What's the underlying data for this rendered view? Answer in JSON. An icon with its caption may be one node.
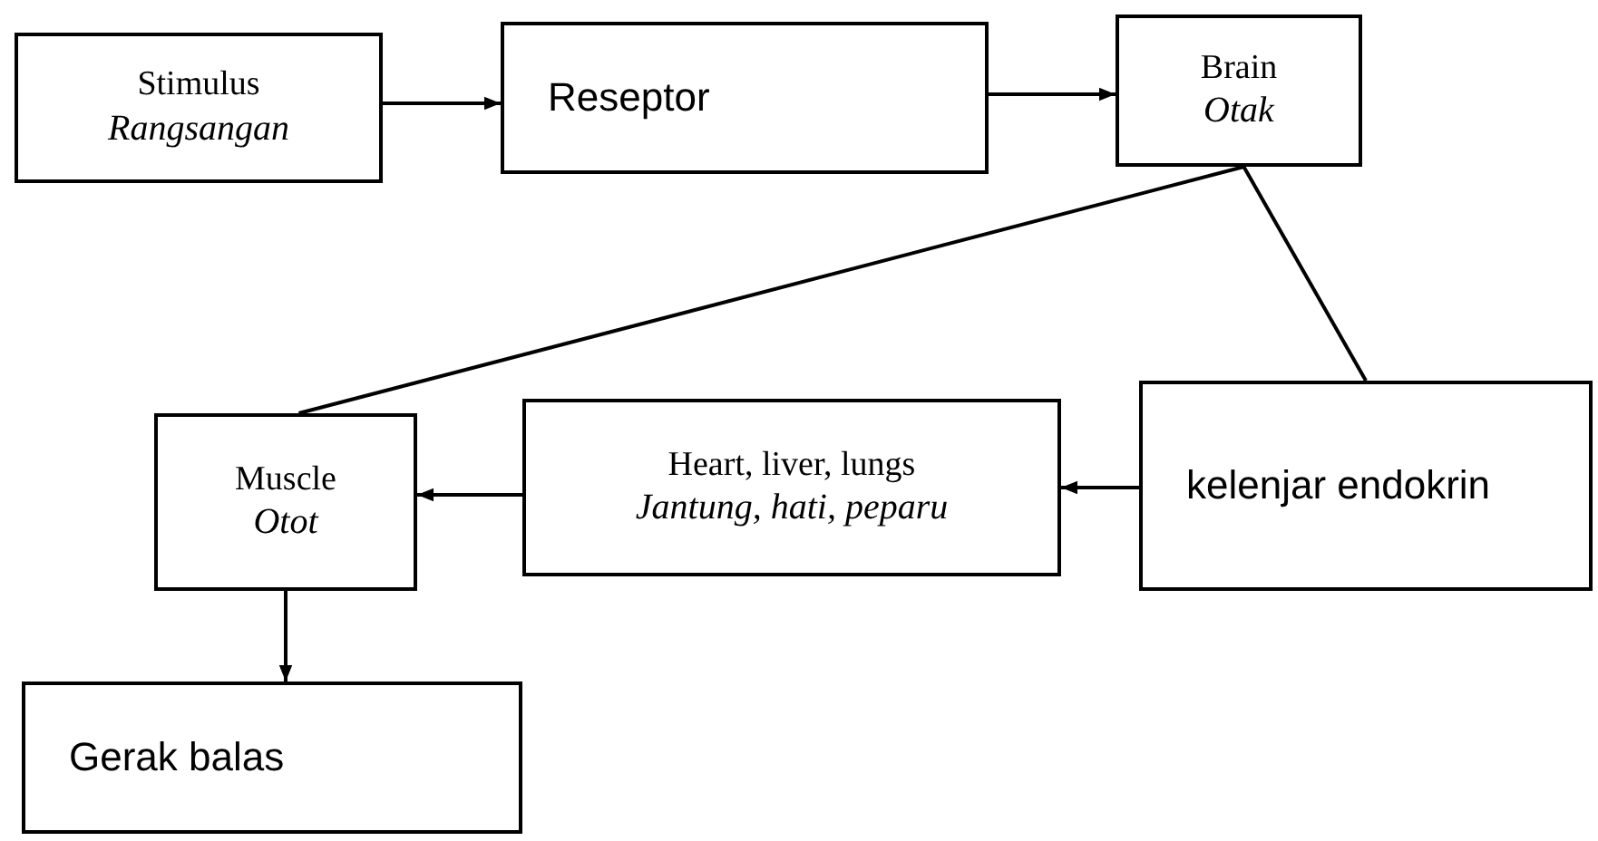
{
  "diagram": {
    "nodes": [
      {
        "text": [
          "Stimulus",
          "Rangsangan"
        ]
      },
      {
        "text": [
          "Reseptor"
        ]
      },
      {
        "text": [
          "Brain",
          "Otak"
        ]
      },
      {
        "text": [
          "Muscle",
          "Otot"
        ]
      },
      {
        "text": [
          "Heart, liver, lungs",
          "Jantung, hati, peparu"
        ]
      },
      {
        "text": [
          "kelenjar endokrin"
        ]
      },
      {
        "text": [
          "Gerak balas"
        ]
      }
    ],
    "edges": [
      {
        "from": 0,
        "to": 1,
        "arrow": "to"
      },
      {
        "from": 1,
        "to": 2,
        "arrow": "to"
      },
      {
        "from": 2,
        "to": 3,
        "arrow": "none"
      },
      {
        "from": 2,
        "to": 5,
        "arrow": "none"
      },
      {
        "from": 5,
        "to": 4,
        "arrow": "to"
      },
      {
        "from": 4,
        "to": 3,
        "arrow": "to"
      },
      {
        "from": 3,
        "to": 6,
        "arrow": "to"
      }
    ]
  }
}
